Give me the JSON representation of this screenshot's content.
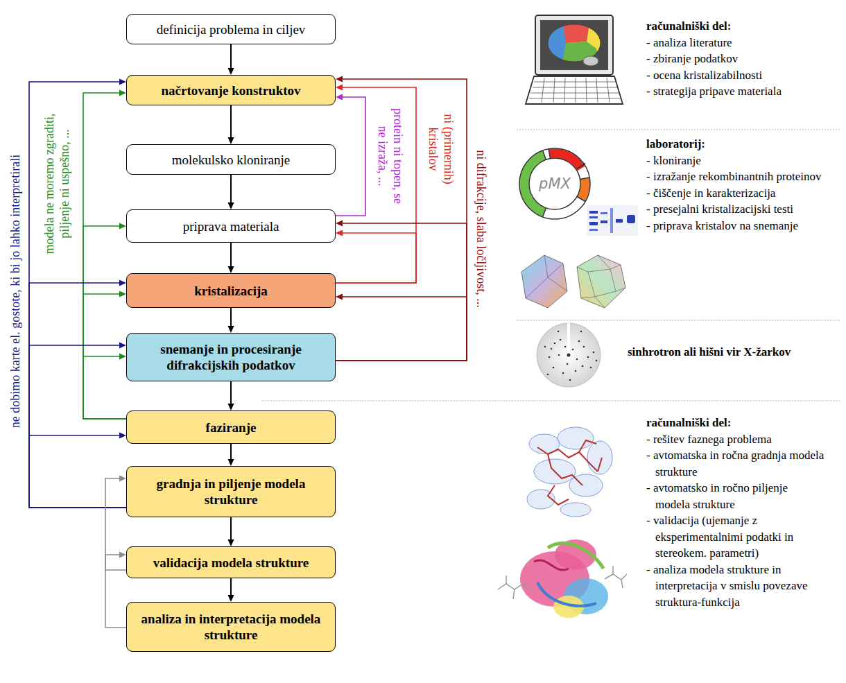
{
  "diagram": {
    "nodes": [
      {
        "text": [
          "definicija problema in ciljev"
        ]
      },
      {
        "text": [
          "načrtovanje konstruktov"
        ]
      },
      {
        "text": [
          "molekulsko kloniranje"
        ]
      },
      {
        "text": [
          "priprava materiala"
        ]
      },
      {
        "text": [
          "kristalizacija"
        ]
      },
      {
        "text": [
          "snemanje in procesiranje difrakcijskih podatkov"
        ]
      },
      {
        "text": [
          "faziranje"
        ]
      },
      {
        "text": [
          "gradnja in piljenje modela strukture"
        ]
      },
      {
        "text": [
          "validacija modela strukture"
        ]
      },
      {
        "text": [
          "analiza in interpretacija modela strukture"
        ]
      }
    ],
    "edges": [
      {
        "from": 0,
        "to": 1,
        "arrow": "to"
      },
      {
        "from": 1,
        "to": 2,
        "arrow": "to"
      },
      {
        "from": 2,
        "to": 3,
        "arrow": "to"
      },
      {
        "from": 3,
        "to": 4,
        "arrow": "to"
      },
      {
        "from": 4,
        "to": 5,
        "arrow": "to"
      },
      {
        "from": 5,
        "to": 6,
        "arrow": "to"
      },
      {
        "from": 6,
        "to": 7,
        "arrow": "to"
      },
      {
        "from": 7,
        "to": 8,
        "arrow": "to"
      },
      {
        "from": 8,
        "to": 9,
        "arrow": "to"
      },
      {
        "from": 3,
        "to": 1,
        "label": "protein ni topen, se ne izraža, ...",
        "arrow": "to"
      },
      {
        "from": 4,
        "to": 1,
        "label": "ni (primernih) kristalov",
        "arrow": "to"
      },
      {
        "from": 4,
        "to": 3,
        "arrow": "to"
      },
      {
        "from": 5,
        "to": 1,
        "label": "ni difrakcije, slaba ločljivost, ...",
        "arrow": "to"
      },
      {
        "from": 5,
        "to": 3,
        "arrow": "to"
      },
      {
        "from": 5,
        "to": 4,
        "arrow": "to"
      },
      {
        "from": 6,
        "to": 1,
        "label": "modela ne moremo zgraditi, piljenje ni uspešno, ...",
        "arrow": "to"
      },
      {
        "from": 6,
        "to": 3,
        "arrow": "to"
      },
      {
        "from": 6,
        "to": 4,
        "arrow": "to"
      },
      {
        "from": 6,
        "to": 5,
        "arrow": "to"
      },
      {
        "from": 7,
        "to": 1,
        "label": "ne dobimo karte el. gostote, ki bi jo lahko interpretirali",
        "arrow": "to"
      },
      {
        "from": 7,
        "to": 4,
        "arrow": "to"
      },
      {
        "from": 7,
        "to": 5,
        "arrow": "to"
      },
      {
        "from": 7,
        "to": 6,
        "arrow": "to"
      },
      {
        "from": 8,
        "to": 7,
        "arrow": "to"
      },
      {
        "from": 9,
        "to": 8,
        "arrow": "to"
      }
    ],
    "labels": [
      "računalniški del:",
      "- analiza literature",
      "- zbiranje podatkov",
      "- ocena kristalizabilnosti",
      "- strategija pripave materiala",
      "laboratorij:",
      "- kloniranje",
      "- izražanje rekombinantnih proteinov",
      "- čiščenje in karakterizacija",
      "- presejalni kristalizacijski testi",
      "- priprava kristalov na snemanje",
      "sinhrotron ali hišni vir X-žarkov",
      "računalniški del:",
      "- rešitev faznega problema",
      "- avtomatska in ročna gradnja modela strukture",
      "- avtomatsko in ročno piljenje modela strukture",
      "- validacija (ujemanje z eksperimentalnimi podatki in stereokem. parametri)",
      "- analiza modela strukture in interpretacija v smislu povezave struktura-funkcija",
      "pMX"
    ]
  }
}
